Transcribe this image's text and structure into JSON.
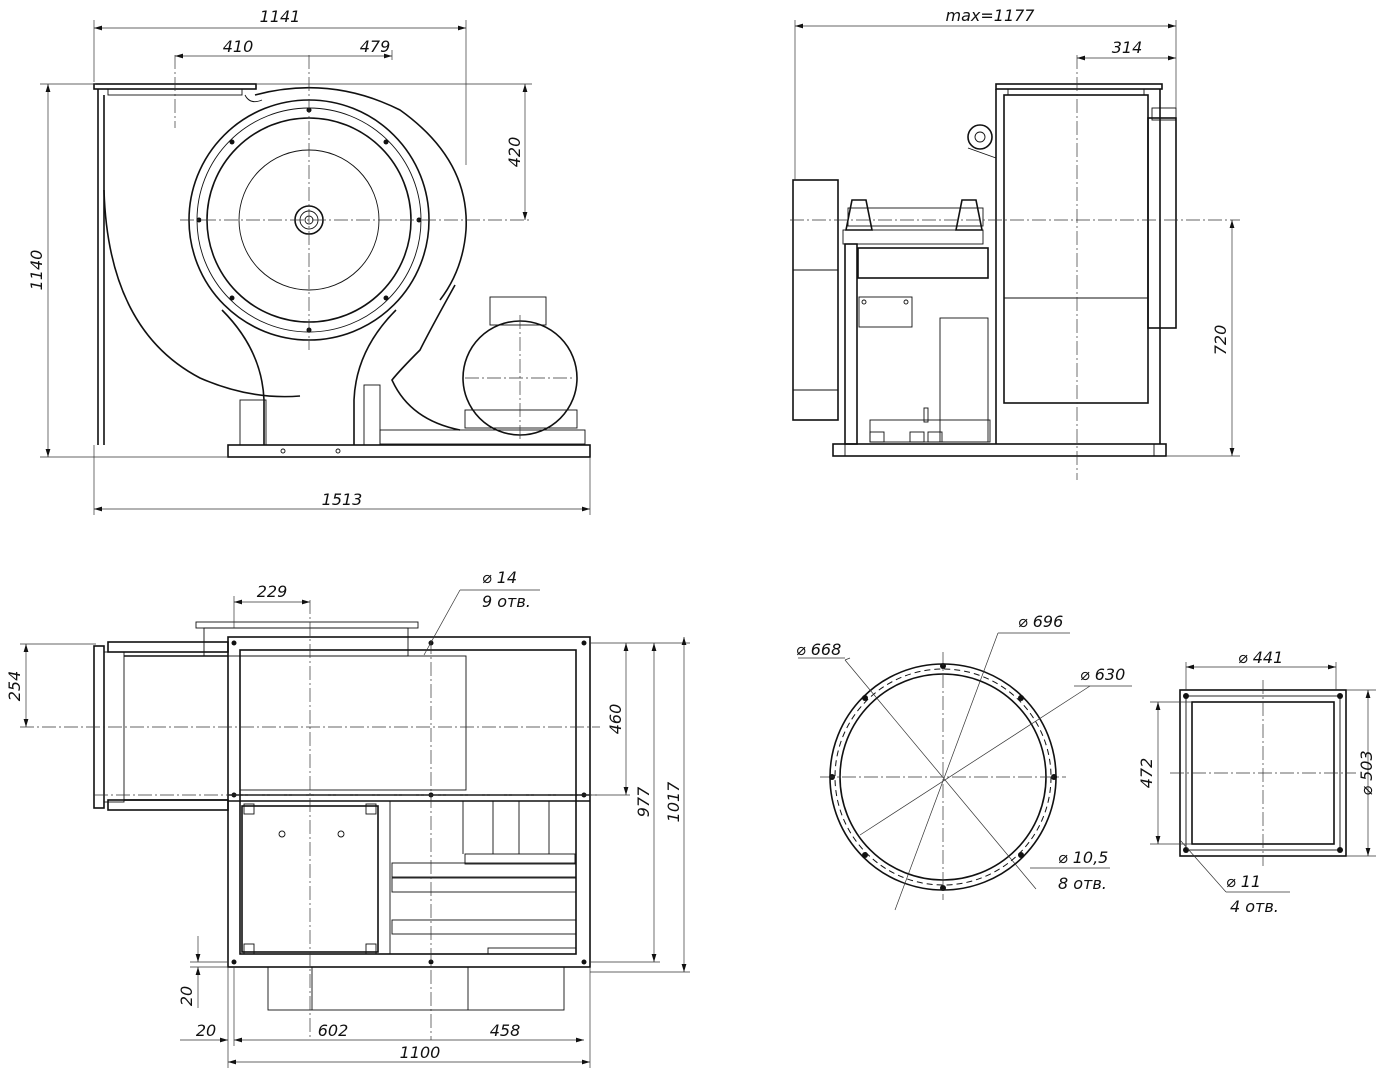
{
  "views": {
    "front": {
      "dimensions": {
        "overall_width": "1141",
        "left_offset": "410",
        "right_offset": "479",
        "height": "1140",
        "outlet_height": "420",
        "base_length": "1513"
      }
    },
    "side": {
      "dimensions": {
        "max_length": "max=1177",
        "flange_depth": "314",
        "axis_height": "720"
      }
    },
    "plan": {
      "dimensions": {
        "outlet_offset": "229",
        "outlet_axis": "254",
        "inner_depth": "460",
        "frame_depth": "977",
        "overall_depth": "1017",
        "edge_offset": "20",
        "edge_left": "20",
        "span_left": "602",
        "span_right": "458",
        "frame_length": "1100",
        "holes_diameter": "⌀ 14",
        "holes_count": "9 отв."
      }
    },
    "round_flange": {
      "dimensions": {
        "d_outer": "⌀ 668",
        "d_bolt": "⌀ 696",
        "d_inner": "⌀ 630",
        "holes_diameter": "⌀ 10,5",
        "holes_count": "8 отв."
      }
    },
    "square_flange": {
      "dimensions": {
        "width": "⌀ 441",
        "inner": "472",
        "outer": "⌀ 503",
        "holes_diameter": "⌀ 11",
        "holes_count": "4 отв."
      }
    }
  }
}
